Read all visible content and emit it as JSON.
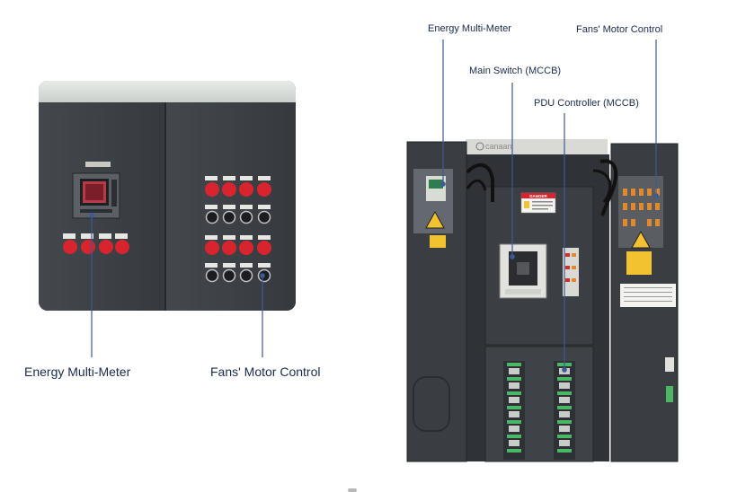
{
  "left_panel": {
    "labels": {
      "energy_meter": "Energy Multi-Meter",
      "fans_motor": "Fans' Motor Control"
    }
  },
  "right_cabinet": {
    "brand": "canaan",
    "danger_sign": "DANGER",
    "labels": {
      "energy_meter": "Energy Multi-Meter",
      "fans_motor": "Fans' Motor Control",
      "main_switch": "Main Switch (MCCB)",
      "pdu_controller": "PDU Controller (MCCB)"
    }
  },
  "colors": {
    "label_text": "#1b2a4e",
    "leader_line": "#3b5b94",
    "panel_dark": "#3d4247",
    "button_red": "#d8242e",
    "warning_yellow": "#f2c230"
  }
}
